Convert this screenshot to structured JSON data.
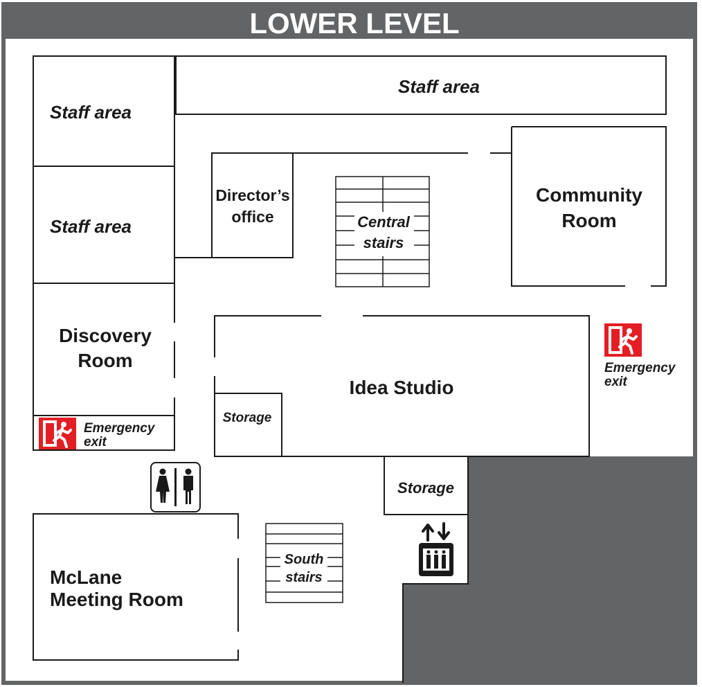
{
  "header": {
    "title": "LOWER LEVEL"
  },
  "rooms": {
    "staff_area_top": "Staff area",
    "staff_area_left_1": "Staff area",
    "staff_area_left_2": "Staff area",
    "directors_office": [
      "Director’s",
      "office"
    ],
    "central_stairs": [
      "Central",
      "stairs"
    ],
    "community_room": [
      "Community",
      "Room"
    ],
    "discovery_room": [
      "Discovery",
      "Room"
    ],
    "idea_studio": "Idea Studio",
    "storage_left": "Storage",
    "storage_right": "Storage",
    "south_stairs": [
      "South",
      "stairs"
    ],
    "mclane_meeting_room": [
      "McLane",
      "Meeting Room"
    ]
  },
  "exits": {
    "emergency_exit_left": [
      "Emergency",
      "exit"
    ],
    "emergency_exit_right": [
      "Emergency",
      "exit"
    ]
  },
  "icons": {
    "emergency_exit": "emergency-exit-icon",
    "restroom": "restroom-icon",
    "elevator": "elevator-icon"
  },
  "colors": {
    "header_bg": "#636466",
    "header_text": "#ffffff",
    "wall": "#1a1a1a",
    "outer_frame": "#636466",
    "unmapped_area": "#636466",
    "exit_red": "#e31e24"
  }
}
